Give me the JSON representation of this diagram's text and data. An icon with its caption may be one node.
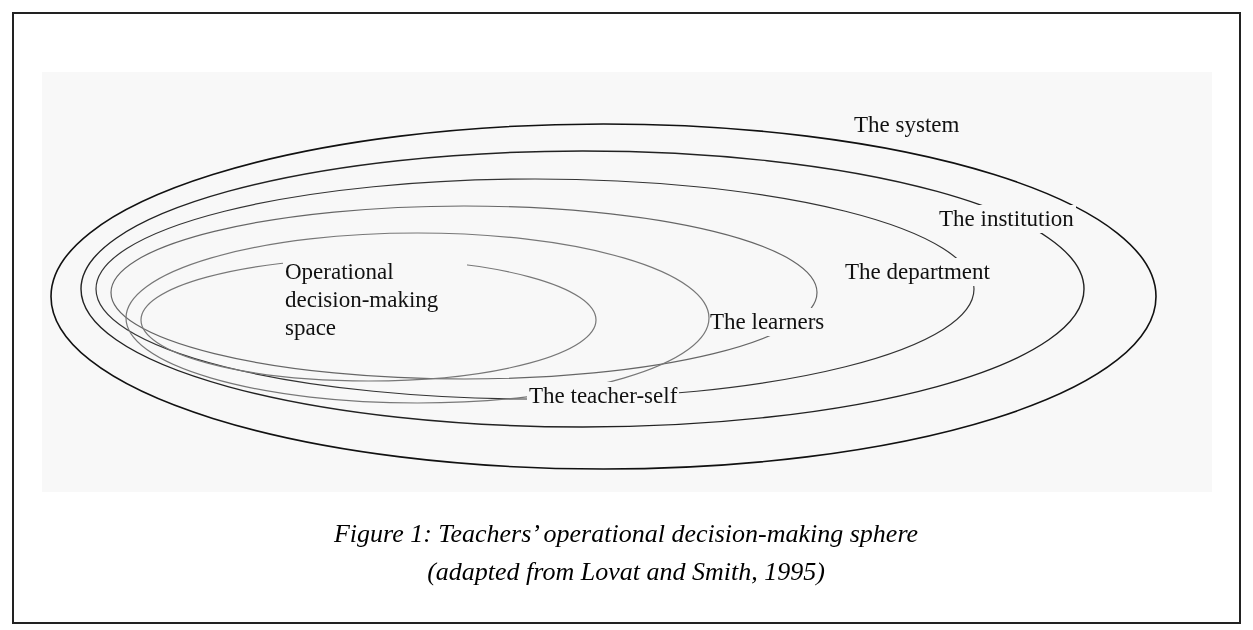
{
  "diagram": {
    "caption": "Figure 1: Teachers’ operational decision-making sphere (adapted from Lovat and Smith, 1995)",
    "nodes": [
      {
        "text": [
          "The system"
        ]
      },
      {
        "text": [
          "The institution"
        ],
        "in": 0
      },
      {
        "text": [
          "The department"
        ],
        "in": 1
      },
      {
        "text": [
          "The learners"
        ],
        "in": 2
      },
      {
        "text": [
          "The teacher-self"
        ],
        "in": 3
      },
      {
        "text": [
          "Operational decision-making space"
        ],
        "in": 4
      }
    ],
    "edges": []
  }
}
